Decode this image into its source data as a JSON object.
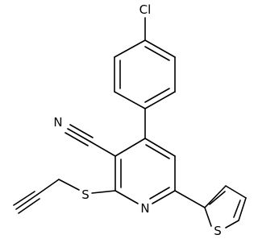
{
  "structure": {
    "atom_labels": {
      "chlorine": "Cl",
      "nitrile_nitrogen": "N",
      "ring_nitrogen": "N",
      "thioether_sulfur": "S",
      "thiophene_sulfur": "S"
    }
  }
}
